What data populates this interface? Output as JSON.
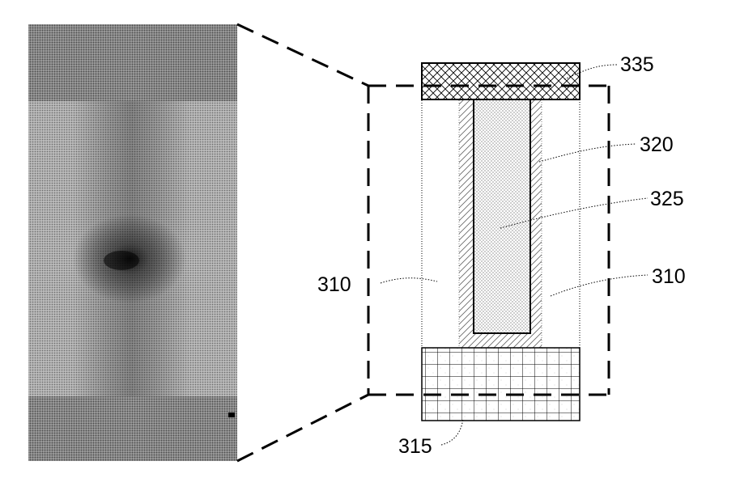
{
  "figure": {
    "labels": {
      "top_electrode": "335",
      "liner": "320",
      "core": "325",
      "body_left": "310",
      "body_right": "310",
      "bottom_electrode": "315"
    }
  }
}
